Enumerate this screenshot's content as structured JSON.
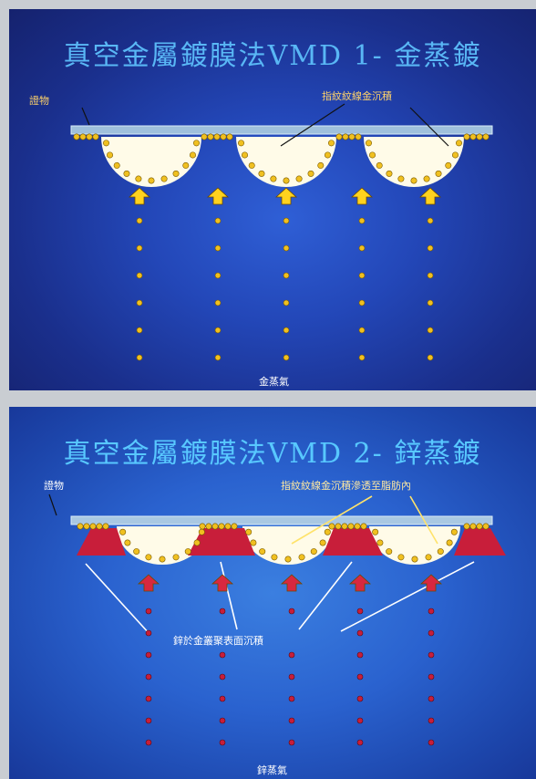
{
  "panel1": {
    "title": "真空金屬鍍膜法VMD 1- 金蒸鍍",
    "evidence_label": "證物",
    "deposit_label": "指紋紋線金沉積",
    "vapor_label": "金蒸氣"
  },
  "panel2": {
    "title": "真空金屬鍍膜法VMD 2- 鋅蒸鍍",
    "evidence_label": "證物",
    "penetration_label": "指紋紋線金沉積滲透至脂肪內",
    "zinc_label": "鋅於金叢聚表面沉積",
    "vapor_label": "鋅蒸氣"
  },
  "colors": {
    "panel1_title": "#59b7f5",
    "panel2_title": "#58c8ff",
    "gold_dot": "#f0c020",
    "zinc_red": "#c81e3a",
    "arrow_yellow": "#ffd21e",
    "arrow_red": "#d8283f",
    "plate": "#9fc0dc"
  }
}
